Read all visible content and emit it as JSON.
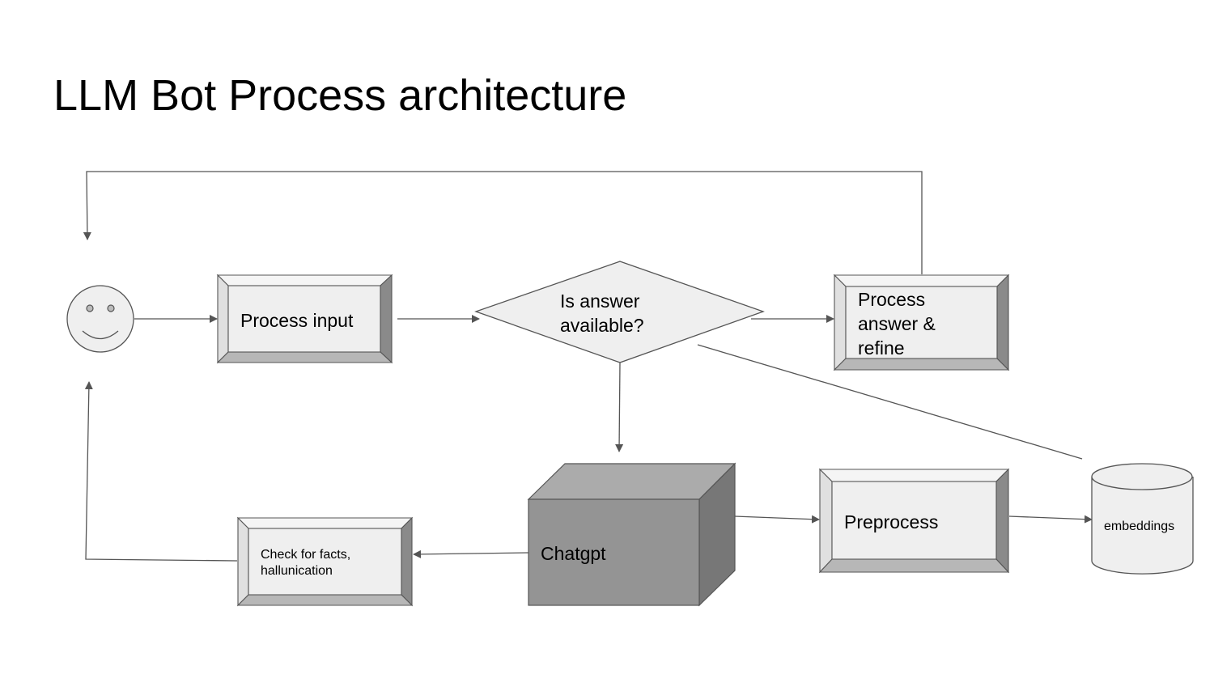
{
  "title": "LLM Bot Process architecture",
  "nodes": {
    "process_input": "Process input",
    "decision": [
      "Is answer",
      "available?"
    ],
    "process_answer": [
      "Process",
      "answer &",
      "refine"
    ],
    "chatgpt": "Chatgpt",
    "preprocess": "Preprocess",
    "embeddings": "embeddings",
    "check": [
      "Check for facts,",
      "hallunication"
    ]
  },
  "colors": {
    "box_face": "#efefef",
    "box_top": "#f5f5f5",
    "box_left": "#e0e0e0",
    "box_right": "#8a8a8a",
    "box_bottom": "#b7b7b7",
    "cube_front": "#949494",
    "cube_top": "#ababab",
    "cube_side": "#777777",
    "stroke": "#555555"
  }
}
